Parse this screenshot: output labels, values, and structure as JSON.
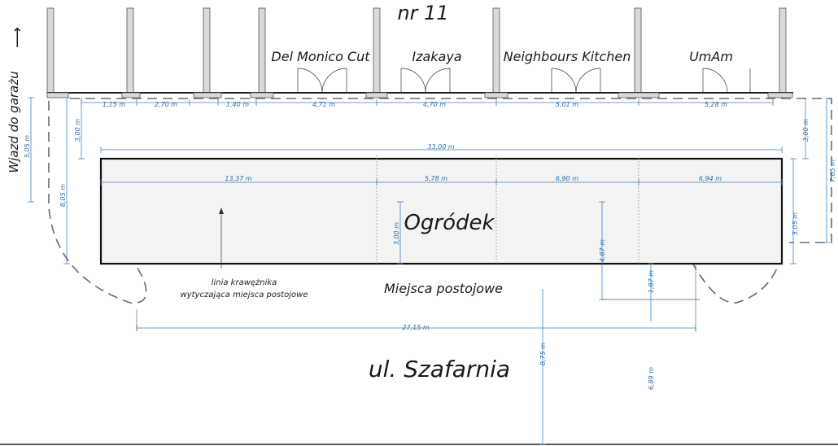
{
  "building_number": "nr 11",
  "garage_entrance": "Wjazd do garażu",
  "garage_arrow": "⟶",
  "restaurants": [
    "Del Monico Cut",
    "Izakaya",
    "Neighbours Kitchen",
    "UmAm"
  ],
  "garden_label": "Ogródek",
  "parking_label": "Miejsca postojowe",
  "curb_note": [
    "linia krawężnika",
    "wytyczająca miejsca postojowe"
  ],
  "street_label": "ul. Szafarnia",
  "dimensions": {
    "facade_segments": [
      "1,15 m",
      "2,70 m",
      "1,40 m",
      "4,71 m",
      "4,70 m",
      "5,01 m",
      "5,28 m"
    ],
    "garden_total_width": "33,00 m",
    "garden_segments": [
      "13,37 m",
      "5,78 m",
      "6,90 m",
      "6,94 m"
    ],
    "left_depth_1": "5,05 m",
    "left_depth_2": "8,05 m",
    "left_gap": "3,00 m",
    "right_gap": "3,00 m",
    "right_depth_total": "7,05 m",
    "garden_height_right": "5,05 m",
    "inner_height": "3,00 m",
    "parking_depth": "4,87 m",
    "parking_offset": "1,87 m",
    "curb_length": "27,15 m",
    "street_depth": "8,75 m",
    "street_depth_2": "6,89 m"
  }
}
